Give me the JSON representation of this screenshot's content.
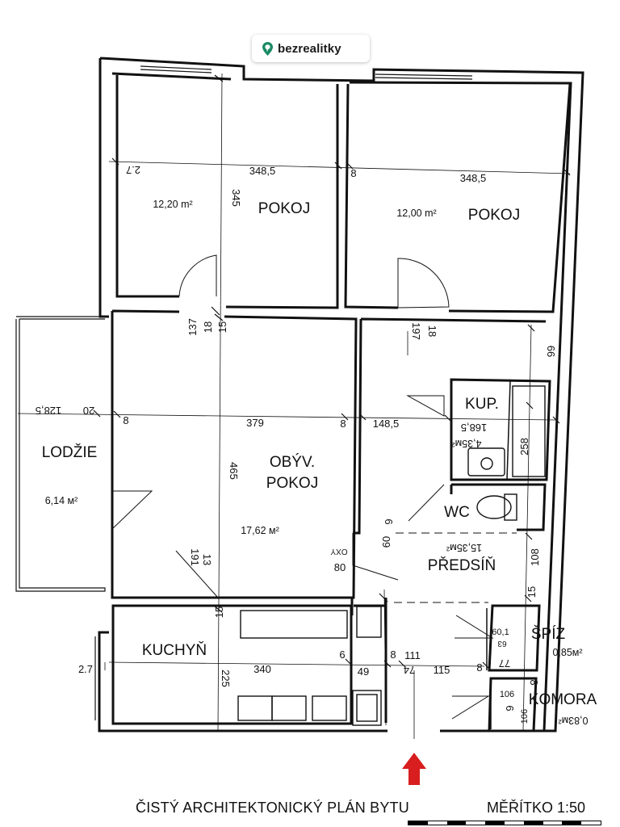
{
  "header": {
    "logo_text": "bezrealitky",
    "logo_color": "#1a8a63"
  },
  "rooms": {
    "pokoj_left": {
      "name": "POKOJ",
      "area": "12,20 m²"
    },
    "pokoj_right": {
      "name": "POKOJ",
      "area": "12,00 m²"
    },
    "lodzie": {
      "name": "LODŽIE",
      "area": "6,14 м²"
    },
    "obyvak": {
      "name_line1": "OBÝV.",
      "name_line2": "POKOJ",
      "area": "17,62 м²"
    },
    "koupelna": {
      "name": "KUP.",
      "area": "4,35м²"
    },
    "wc": {
      "name": "WC"
    },
    "predsin": {
      "name": "PŘEDSÍŇ",
      "area": "15,35м²"
    },
    "kuchyn": {
      "name": "KUCHYŇ"
    },
    "spiz": {
      "name": "ŠPÍZ",
      "area": "0,85м²"
    },
    "komora": {
      "name": "KOMORA",
      "area": "0,83м²"
    }
  },
  "dimensions": {
    "d_27_top": "2.7",
    "d_3485_left": "348,5",
    "d_8_mid": "8",
    "d_3485_right": "348,5",
    "d_345": "345",
    "d_137": "137",
    "d_18a": "18",
    "d_15a": "15",
    "d_197": "197",
    "d_18b": "18",
    "d_66": "66",
    "d_1285": "128,5",
    "d_20": "20",
    "d_8_lodz": "8",
    "d_379": "379",
    "d_8_obyv": "8",
    "d_1485": "148,5",
    "d_1685": "168,5",
    "d_258": "258",
    "d_465": "465",
    "d_6": "6",
    "d_60": "60",
    "d_oxy": "OXY",
    "d_80": "80",
    "d_191": "191",
    "d_13": "13",
    "d_108": "108",
    "d_15b": "15",
    "d_15c": "15",
    "d_27_left": "2.7",
    "d_340": "340",
    "d_225": "225",
    "d_6b": "6",
    "d_8b": "8",
    "d_111": "111",
    "d_49": "49",
    "d_74": "74",
    "d_115": "115",
    "d_8c": "8",
    "d_601": "60,1",
    "d_63": "63",
    "d_77": "77",
    "d_8d": "8",
    "d_106a": "106",
    "d_6c": "6",
    "d_106b": "106"
  },
  "entrance_arrow_color": "#d81e1e",
  "footer": {
    "caption": "ČISTÝ ARCHITEKTONICKÝ PLÁN BYTU",
    "scale": "MĚŘÍTKO 1:50"
  }
}
